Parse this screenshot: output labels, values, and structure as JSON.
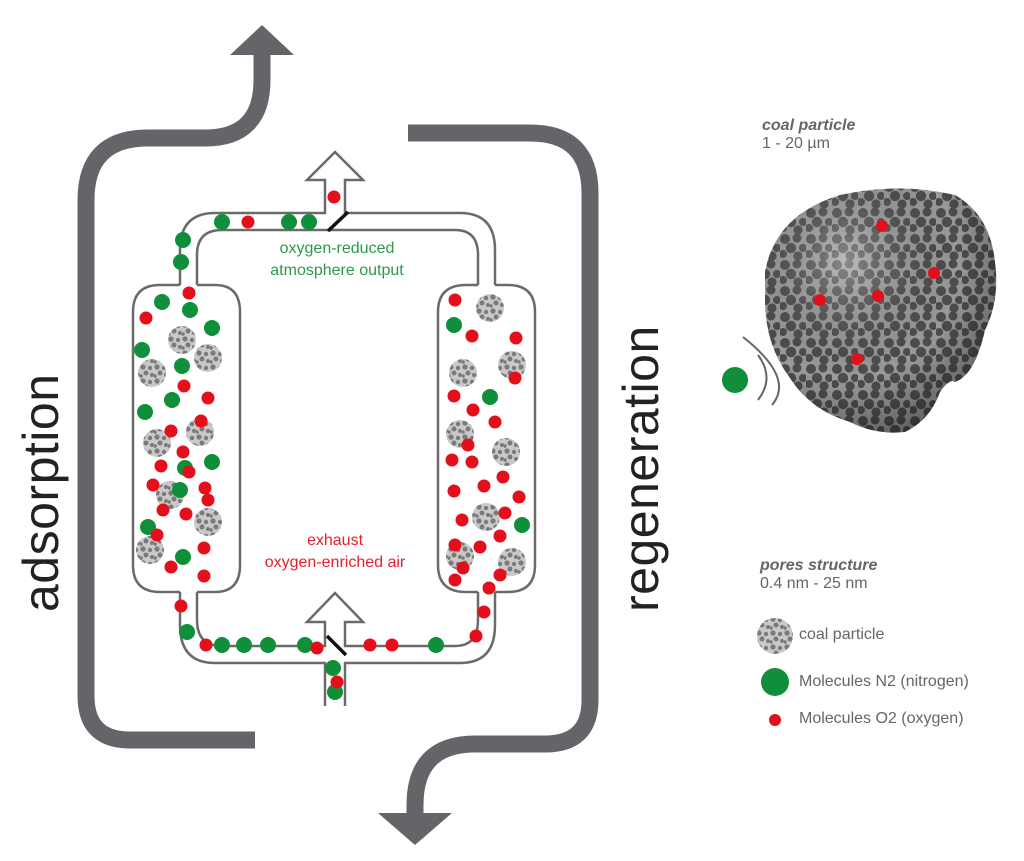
{
  "phases": {
    "left": "adsorption",
    "right": "regeneration"
  },
  "flow_labels": {
    "output_line1": "oxygen-reduced",
    "output_line2": "atmosphere output",
    "exhaust_line1": "exhaust",
    "exhaust_line2": "oxygen-enriched air"
  },
  "particle_info": {
    "title": "coal particle",
    "size": "1 - 20 µm"
  },
  "pores_info": {
    "title": "pores structure",
    "size": "0.4 nm - 25 nm"
  },
  "legend": [
    {
      "icon": "coal-particle-icon",
      "label": "coal particle"
    },
    {
      "icon": "nitrogen-molecule-icon",
      "label": "Molecules N2 (nitrogen)"
    },
    {
      "icon": "oxygen-molecule-icon",
      "label": "Molecules O2 (oxygen)"
    }
  ],
  "colors": {
    "nitrogen": "#0f8f3a",
    "oxygen": "#e3101c",
    "arrow": "#666468",
    "pipe": "#6a6a6a",
    "coal": "#8c8c8c",
    "output_text": "#2a9a4a",
    "exhaust_text": "#e8202a"
  }
}
